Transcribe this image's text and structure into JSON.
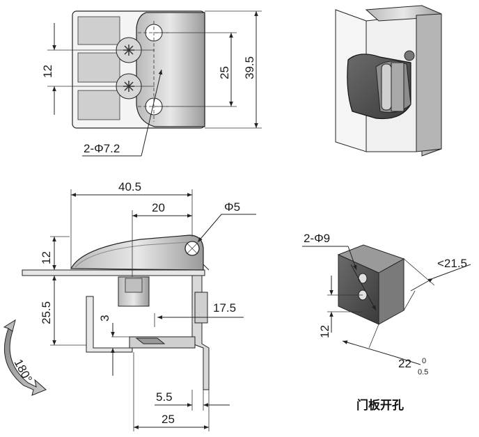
{
  "front_view": {
    "dim_height_total": "39.5",
    "dim_hole_spacing": "25",
    "dim_left": "12",
    "dim_holes": "2-Φ7.2"
  },
  "side_view": {
    "dim_width": "40.5",
    "dim_inner": "20",
    "dim_pin": "Φ5",
    "dim_top": "12",
    "dim_height": "25.5",
    "dim_gap": "3",
    "dim_reach": "17.5",
    "dim_offset": "5.5",
    "dim_base": "25",
    "rotation": "180°"
  },
  "cutout_view": {
    "dim_holes": "2-Φ9",
    "dim_angle": "<21.5",
    "dim_spacing": "12",
    "dim_edge": "22",
    "tol_upper": "0",
    "tol_lower": "0.5",
    "caption": "门板开孔"
  }
}
